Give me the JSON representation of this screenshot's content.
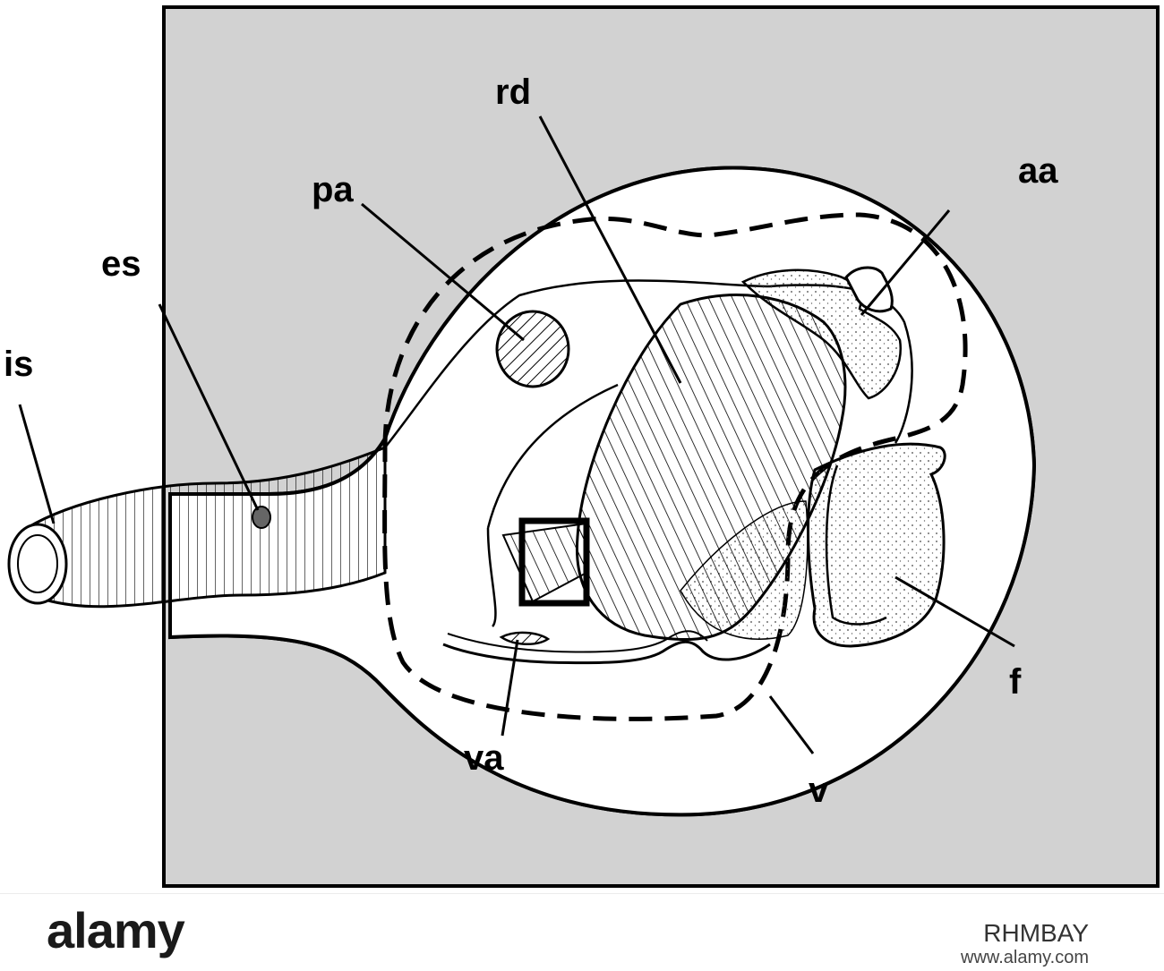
{
  "labels": {
    "is": "is",
    "es": "es",
    "pa": "pa",
    "rd": "rd",
    "aa": "aa",
    "f": "f",
    "va": "va",
    "v": "v"
  },
  "watermark": {
    "brand": "alamy",
    "image_id": "RHMBAY",
    "website": "www.alamy.com"
  },
  "colors": {
    "background_panel": "#d2d2d2",
    "ink": "#000000",
    "footer": "#ffffff"
  }
}
